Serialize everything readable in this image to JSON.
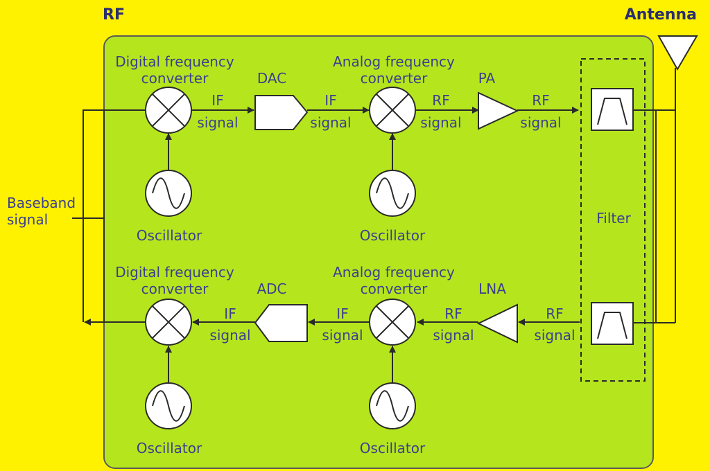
{
  "titles": {
    "rf": "RF",
    "antenna": "Antenna"
  },
  "baseband": {
    "line1": "Baseband",
    "line2": "signal"
  },
  "blocks": {
    "digital_converter": {
      "line1": "Digital frequency",
      "line2": "converter"
    },
    "analog_converter": {
      "line1": "Analog frequency",
      "line2": "converter"
    },
    "dac": "DAC",
    "adc": "ADC",
    "pa": "PA",
    "lna": "LNA",
    "oscillator": "Oscillator",
    "filter": "Filter"
  },
  "signals": {
    "if": {
      "line1": "IF",
      "line2": "signal"
    },
    "rf": {
      "line1": "RF",
      "line2": "signal"
    }
  },
  "colors": {
    "page_background": "#FFF200",
    "panel_fill": "#B5E61D",
    "panel_border": "#5A5A5A",
    "text": "#3B3F8F"
  }
}
